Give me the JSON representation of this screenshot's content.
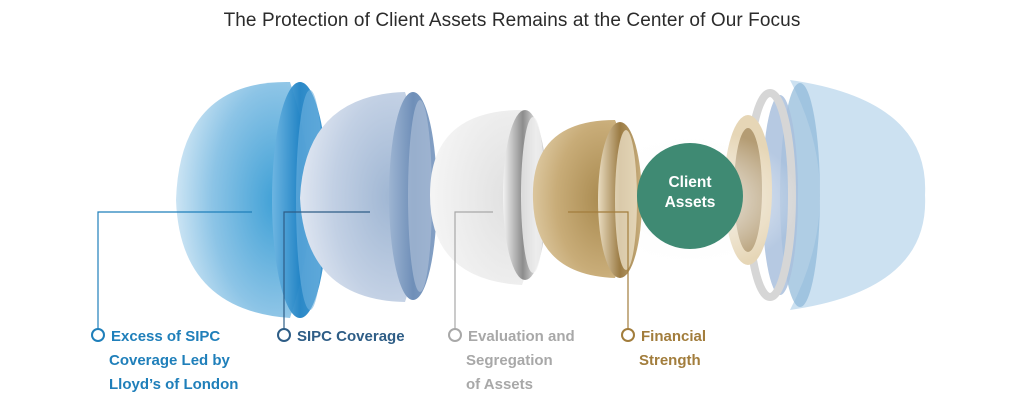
{
  "title": "The Protection of Client Assets Remains at the Center of Our Focus",
  "center": {
    "line1": "Client",
    "line2": "Assets"
  },
  "layers": [
    {
      "lines": [
        "Excess of SIPC",
        "Coverage Led by",
        "Lloyd’s of London"
      ],
      "color": "#1f7fba"
    },
    {
      "lines": [
        "SIPC Coverage"
      ],
      "color": "#2e5d86"
    },
    {
      "lines": [
        "Evaluation and",
        "Segregation",
        "of Assets"
      ],
      "color": "#a8a8a8"
    },
    {
      "lines": [
        "Financial",
        "Strength"
      ],
      "color": "#a27d3c"
    }
  ],
  "center_color": "#3f8a73"
}
